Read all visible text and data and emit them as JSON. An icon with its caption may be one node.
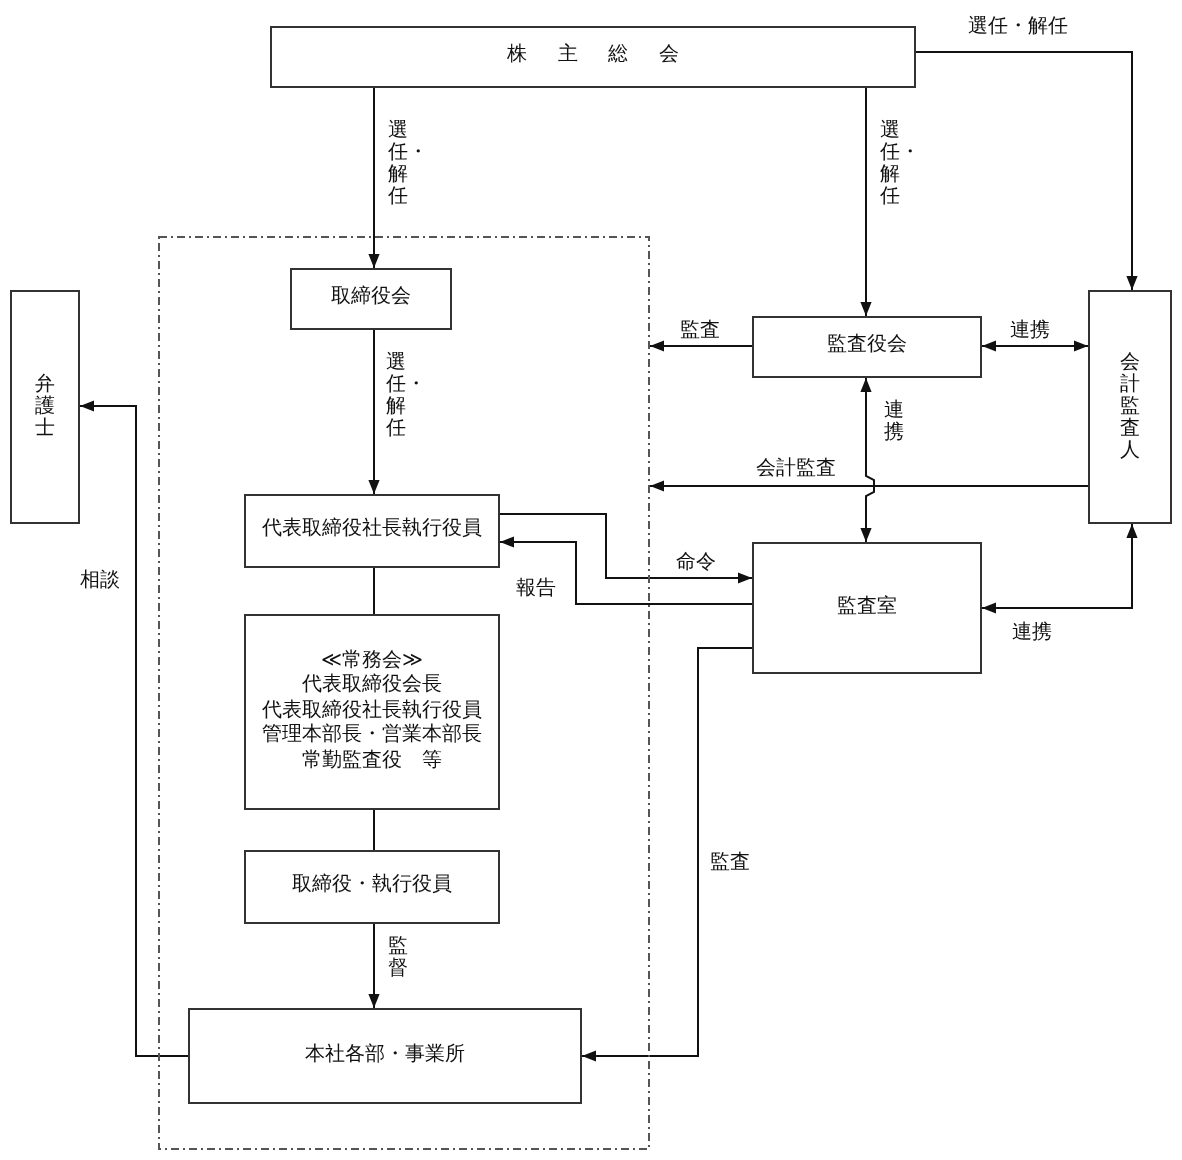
{
  "diagram": {
    "nodes": [
      {
        "text": [
          "株 主 総 会"
        ]
      },
      {
        "text": [],
        "shape": "box"
      },
      {
        "text": [
          "取締役会"
        ],
        "in": 1
      },
      {
        "text": [
          "代表取締役社長執行役員"
        ],
        "in": 1
      },
      {
        "text": [
          "≪常務会≫",
          "代表取締役会長",
          "代表取締役社長執行役員",
          "管理本部長・営業本部長",
          "常勤監査役　等"
        ],
        "in": 1
      },
      {
        "text": [
          "取締役・執行役員"
        ],
        "in": 1
      },
      {
        "text": [
          "本社各部・事業所"
        ],
        "in": 1
      },
      {
        "text": [
          "弁護士"
        ]
      },
      {
        "text": [
          "監査役会"
        ]
      },
      {
        "text": [
          "会計監査人"
        ]
      },
      {
        "text": [
          "監査室"
        ]
      }
    ],
    "edges": [
      {
        "from": 0,
        "to": 2,
        "arrow": "to",
        "label": "選任・解任"
      },
      {
        "from": 0,
        "to": 8,
        "arrow": "to",
        "label": "選任・解任"
      },
      {
        "from": 0,
        "to": 9,
        "arrow": "to",
        "label": "選任・解任"
      },
      {
        "from": 2,
        "to": 3,
        "arrow": "to",
        "label": "選任・解任"
      },
      {
        "from": 3,
        "to": 4,
        "arrow": "none"
      },
      {
        "from": 4,
        "to": 5,
        "arrow": "none"
      },
      {
        "from": 5,
        "to": 6,
        "arrow": "to",
        "label": "監督"
      },
      {
        "from": 8,
        "to": 1,
        "arrow": "to",
        "label": "監査"
      },
      {
        "from": 8,
        "to": 10,
        "arrow": "both",
        "label": "連携"
      },
      {
        "from": 8,
        "to": 9,
        "arrow": "both",
        "label": "連携"
      },
      {
        "from": 9,
        "to": 1,
        "arrow": "to",
        "label": "会計監査"
      },
      {
        "from": 3,
        "to": 10,
        "arrow": "to",
        "label": "命令"
      },
      {
        "from": 10,
        "to": 3,
        "arrow": "to",
        "label": "報告"
      },
      {
        "from": 9,
        "to": 10,
        "arrow": "both",
        "label": "連携"
      },
      {
        "from": 10,
        "to": 6,
        "arrow": "to",
        "label": "監査"
      },
      {
        "from": 6,
        "to": 7,
        "arrow": "to",
        "label": "相談"
      }
    ]
  }
}
